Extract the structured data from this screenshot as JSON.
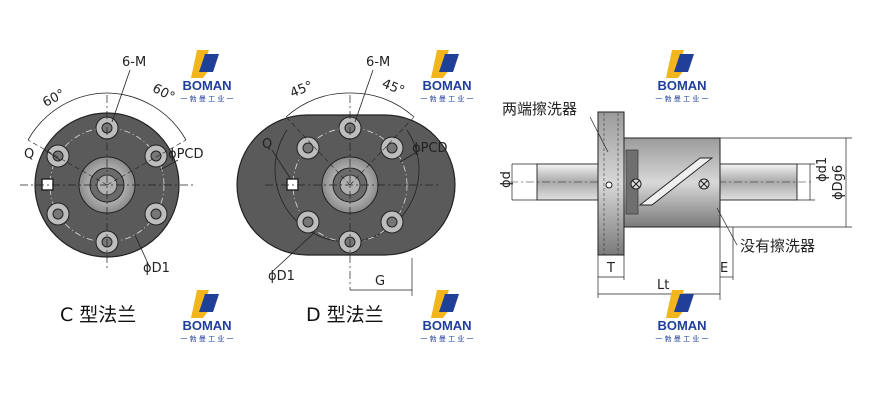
{
  "figures": {
    "c_flange": {
      "caption": "C 型法兰",
      "angle_left": "60°",
      "angle_right": "60°",
      "holes_label": "6-M",
      "pcd_label": "ϕPCD",
      "q_label": "Q",
      "d1_label": "ϕD1"
    },
    "d_flange": {
      "caption": "D 型法兰",
      "angle_left": "45°",
      "angle_right": "45°",
      "holes_label": "6-M",
      "pcd_label": "ϕPCD",
      "q_label": "Q",
      "d1_label": "ϕD1",
      "g_label": "G"
    },
    "side_view": {
      "wiper_both_ends": "两端擦洗器",
      "no_wiper": "没有擦洗器",
      "d_label": "ϕd",
      "d1_label": "ϕd1",
      "dg6_label": "ϕDg6",
      "t_label": "T",
      "lt_label": "Lt",
      "e_label": "E"
    }
  },
  "watermark": {
    "brand": "BOMAN",
    "sub": "一 勃 曼 工 业 一",
    "color_blue": "#1f3f99",
    "color_yellow": "#f2b51c"
  }
}
